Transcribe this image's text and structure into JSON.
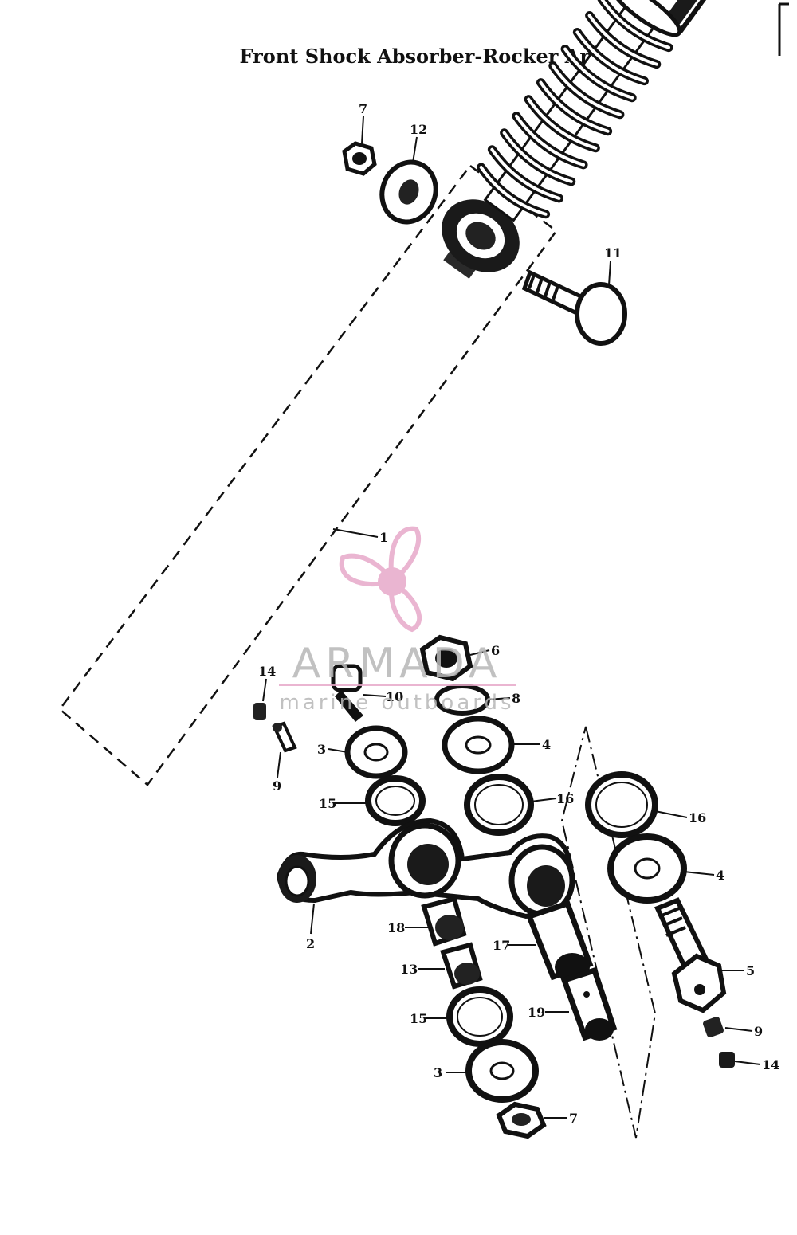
{
  "title": "Front Shock Absorber-Rocker Arm",
  "watermark": {
    "brand": "ARMADA",
    "tagline": "marine outboards",
    "icon": "propeller-icon",
    "color": "#e7a9c9",
    "text_color": "#b7b7b7"
  },
  "callouts": {
    "c7a": "7",
    "c12": "12",
    "c11": "11",
    "c1": "1",
    "c6": "6",
    "c10": "10",
    "c8": "8",
    "c14a": "14",
    "c9a": "9",
    "c3a": "3",
    "c4a": "4",
    "c15a": "15",
    "c16a": "16",
    "c16b": "16",
    "c4b": "4",
    "c2": "2",
    "c18": "18",
    "c17": "17",
    "c5": "5",
    "c13": "13",
    "c15b": "15",
    "c19": "19",
    "c9b": "9",
    "c3b": "3",
    "c14b": "14",
    "c7b": "7"
  }
}
